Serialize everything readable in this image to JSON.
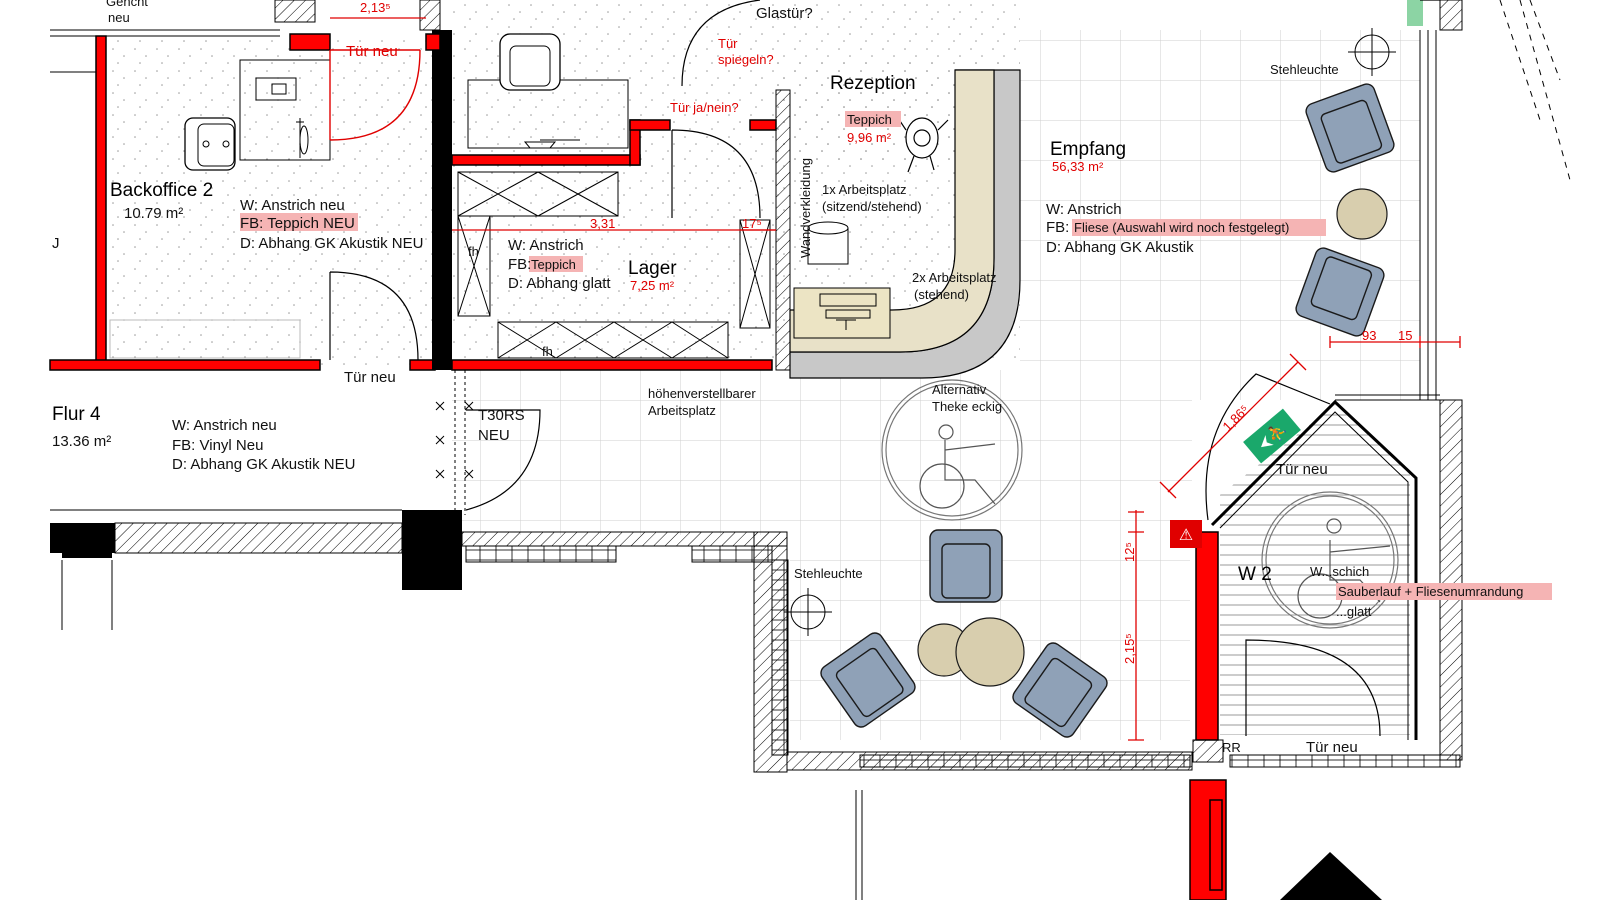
{
  "rooms": {
    "backoffice": {
      "name": "Backoffice 2",
      "area": "10.79 m²",
      "w": "W: Anstrich neu",
      "fb": "FB: Teppich NEU",
      "d": "D: Abhang GK Akustik NEU"
    },
    "flur": {
      "name": "Flur 4",
      "area": "13.36 m²",
      "w": "W: Anstrich neu",
      "fb": "FB: Vinyl Neu",
      "d": "D: Abhang GK Akustik NEU"
    },
    "lager": {
      "name": "Lager",
      "area": "7,25 m²",
      "w": "W: Anstrich",
      "fb_prefix": "FB:",
      "fb": "Teppich",
      "d": "D: Abhang glatt"
    },
    "rezeption": {
      "name": "Rezeption",
      "fb": "Teppich",
      "area": "9,96 m²"
    },
    "empfang": {
      "name": "Empfang",
      "area": "56,33 m²",
      "w": "W: Anstrich",
      "fb_prefix": "FB:",
      "fb": "Fliese (Auswahl wird noch festgelegt)",
      "d": "D: Abhang GK Akustik"
    },
    "w2": {
      "name": "W 2"
    }
  },
  "annotations": {
    "top_left_a": "Gehcht",
    "top_left_b": "neu",
    "dim_top": "2,13⁵",
    "tuer_neu_top": "Tür neu",
    "glastuer": "Glastür?",
    "tuer_spiegeln_a": "Tür",
    "tuer_spiegeln_b": "spiegeln?",
    "tuer_ja_nein": "Tür ja/nein?",
    "wandverkleidung": "Wandverkleidung",
    "arbeitsplatz_1a": "1x Arbeitsplatz",
    "arbeitsplatz_1b": "(sitzend/stehend)",
    "arbeitsplatz_2a": "2x Arbeitsplatz",
    "arbeitsplatz_2b": "(stehend)",
    "dim_331": "3,31",
    "dim_175": "17⁵",
    "tuer_neu_mid": "Tür neu",
    "hoehen_a": "höhenverstellbarer",
    "hoehen_b": "Arbeitsplatz",
    "alternativ_a": "Alternativ",
    "alternativ_b": "Theke eckig",
    "t30_a": "T30RS",
    "t30_b": "NEU",
    "stehleuchte_1": "Stehleuchte",
    "stehleuchte_2": "Stehleuchte",
    "dim_93": "93",
    "dim_15": "15",
    "dim_186": "1,86⁵",
    "dim_125": "12⁵",
    "dim_215": "2,15⁵",
    "tuer_neu_w2": "Tür neu",
    "tuer_neu_bottom": "Tür neu",
    "sauberlauf": "Sauberlauf + Fliesenumrandung",
    "w2_covered_a": "W...schich",
    "w2_covered_b": "...glatt",
    "fh_1": "fh",
    "fh_2": "fh",
    "rr": "RR",
    "left_edge": "J"
  },
  "icons": {
    "exit": "emergency-exit-sign-icon",
    "extinguisher": "fire-extinguisher-icon",
    "north": "north-arrow-icon"
  },
  "colors": {
    "wall_new": "#ff0000",
    "annotation": "#e00000",
    "highlight": "#f5b4b4",
    "armchair": "#8fa1b7",
    "side_table": "#d8ceae",
    "exit_sign": "#1aa86b"
  }
}
